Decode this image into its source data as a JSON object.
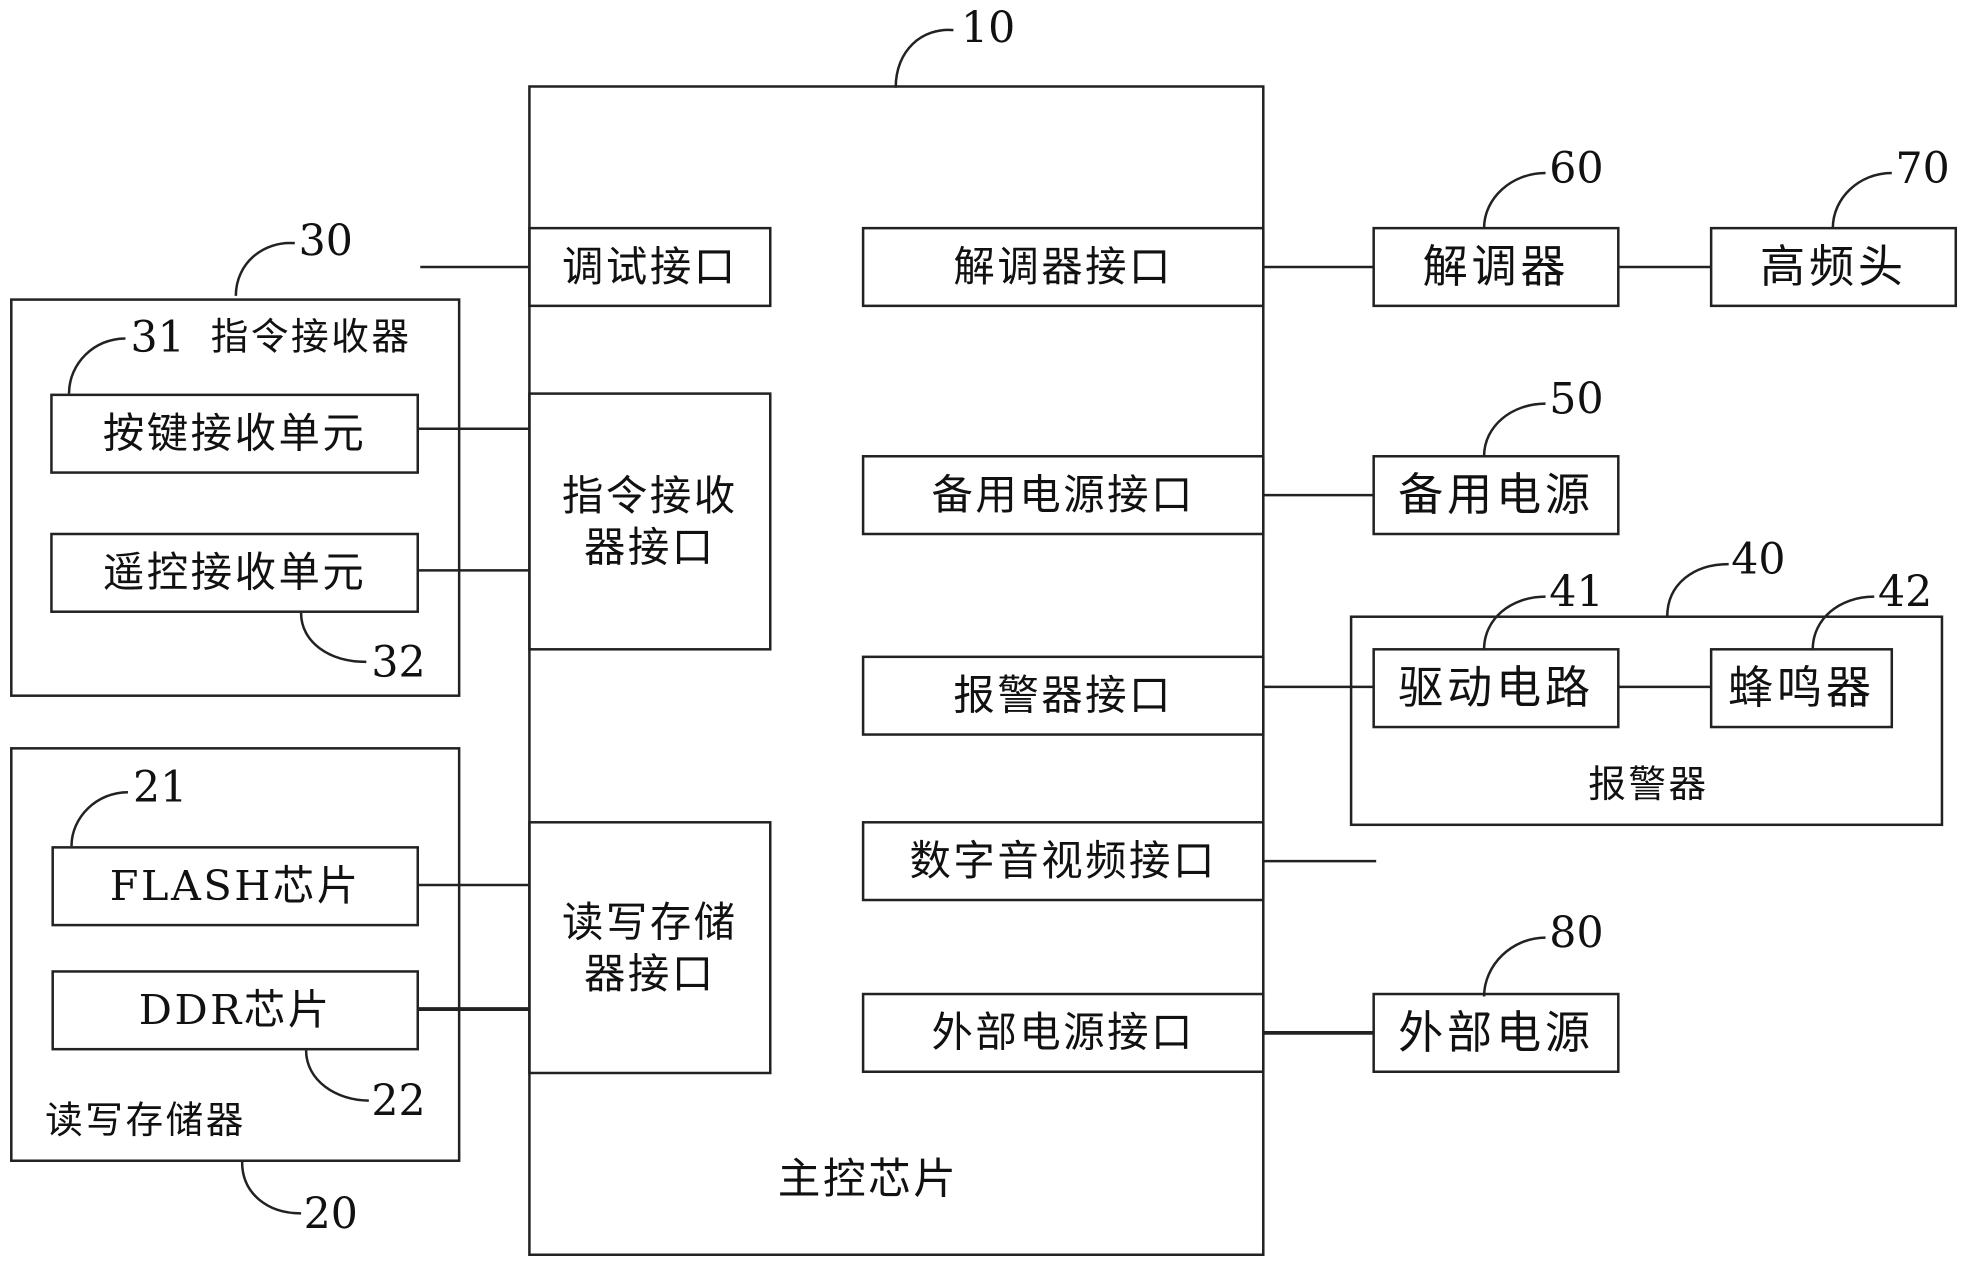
{
  "main_chip": {
    "ref": "10",
    "label": "主控芯片"
  },
  "debug_interface": {
    "ref": "30",
    "label": "调试接口"
  },
  "cmd_receiver_interface": {
    "label_line1": "指令接收",
    "label_line2": "器接口"
  },
  "rw_memory_interface": {
    "label_line1": "读写存储",
    "label_line2": "器接口"
  },
  "cmd_receiver": {
    "ref": "31",
    "label": "指令接收器",
    "key_unit": {
      "label": "按键接收单元"
    },
    "remote_unit": {
      "ref": "32",
      "label": "遥控接收单元"
    }
  },
  "rw_memory": {
    "ref": "20",
    "label": "读写存储器",
    "flash": {
      "ref": "21",
      "label": "FLASH芯片"
    },
    "ddr": {
      "ref": "22",
      "label": "DDR芯片"
    }
  },
  "demodulator_interface": {
    "label": "解调器接口"
  },
  "demodulator": {
    "ref": "60",
    "label": "解调器"
  },
  "tuner": {
    "ref": "70",
    "label": "高频头"
  },
  "backup_power_interface": {
    "label": "备用电源接口"
  },
  "backup_power": {
    "ref": "50",
    "label": "备用电源"
  },
  "alarm_interface": {
    "label": "报警器接口"
  },
  "alarm": {
    "ref": "40",
    "label": "报警器",
    "drive_circuit": {
      "ref": "41",
      "label": "驱动电路"
    },
    "buzzer": {
      "ref": "42",
      "label": "蜂鸣器"
    }
  },
  "digital_av_interface": {
    "label": "数字音视频接口"
  },
  "external_power_interface": {
    "label": "外部电源接口"
  },
  "external_power": {
    "ref": "80",
    "label": "外部电源"
  }
}
